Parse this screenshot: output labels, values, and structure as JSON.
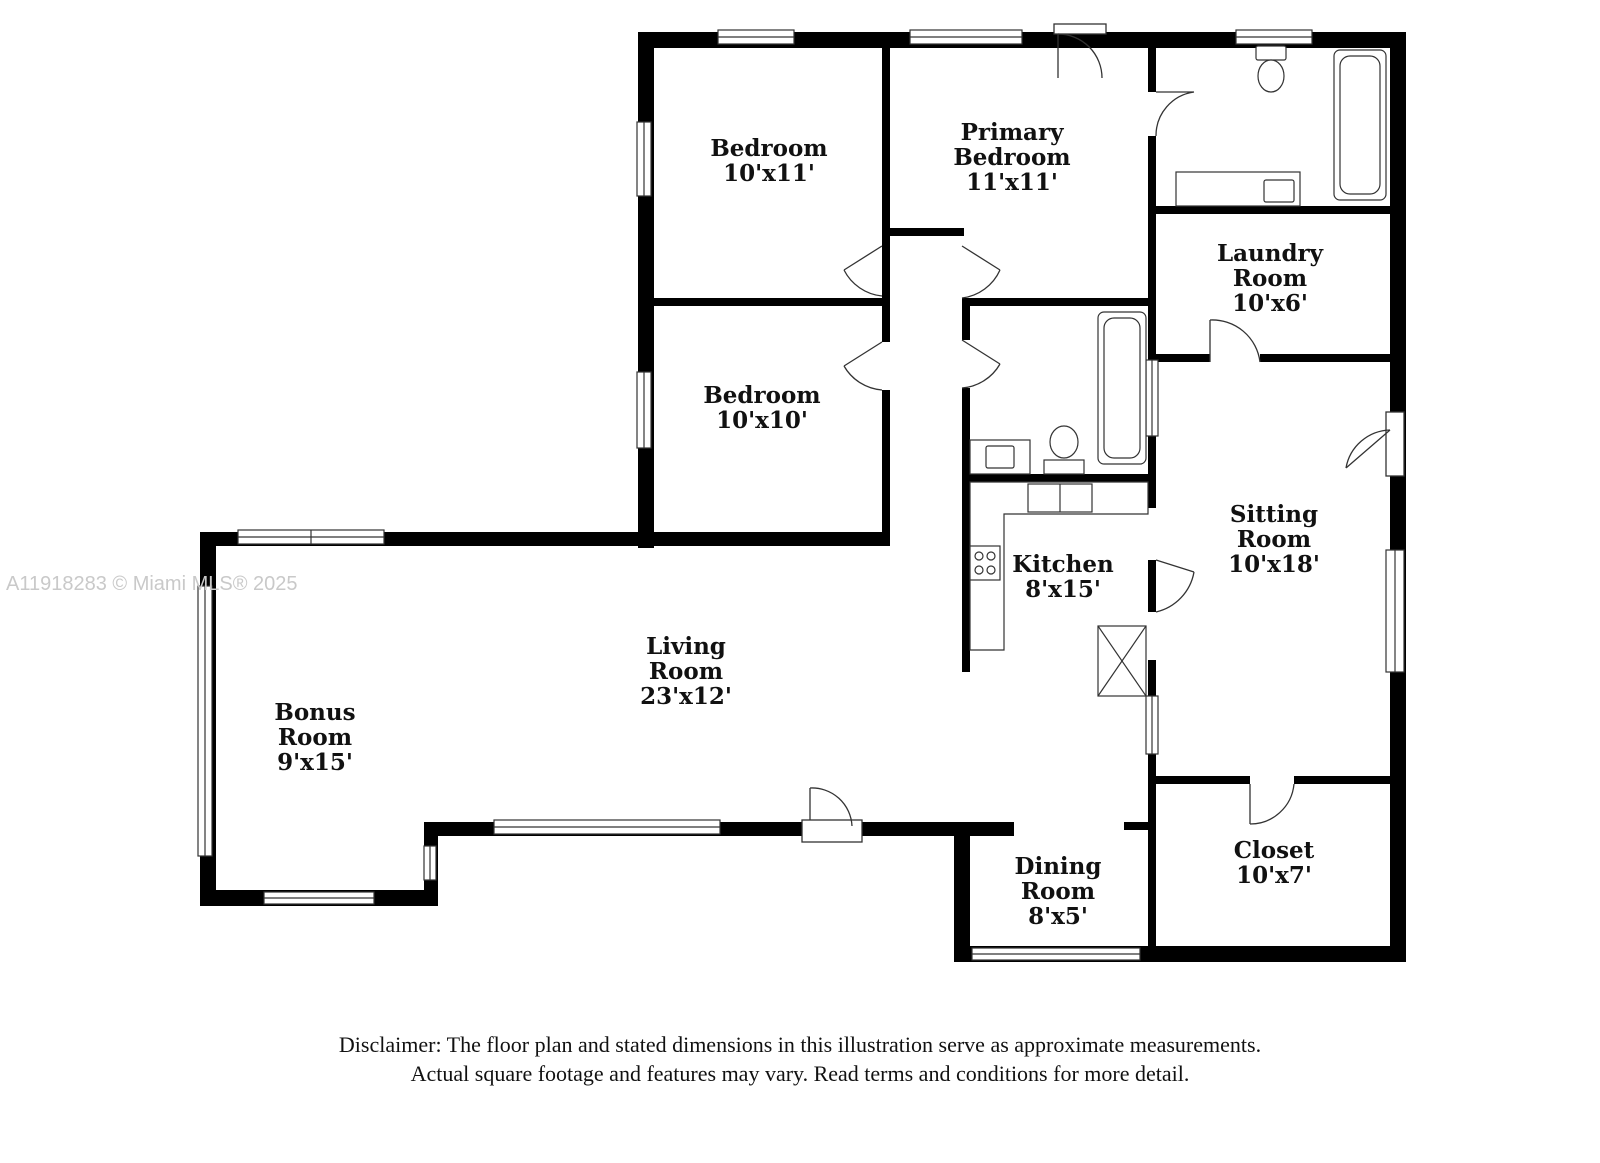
{
  "watermark": "A11918283 © Miami MLS® 2025",
  "rooms": {
    "bedroom_1": {
      "name": "Bedroom",
      "size": "10'x11'"
    },
    "primary_bedroom": {
      "name_line1": "Primary",
      "name_line2": "Bedroom",
      "size": "11'x11'"
    },
    "laundry_room": {
      "name_line1": "Laundry",
      "name_line2": "Room",
      "size": "10'x6'"
    },
    "bedroom_2": {
      "name": "Bedroom",
      "size": "10'x10'"
    },
    "sitting_room": {
      "name_line1": "Sitting",
      "name_line2": "Room",
      "size": "10'x18'"
    },
    "kitchen": {
      "name": "Kitchen",
      "size": "8'x15'"
    },
    "living_room": {
      "name_line1": "Living",
      "name_line2": "Room",
      "size": "23'x12'"
    },
    "bonus_room": {
      "name_line1": "Bonus",
      "name_line2": "Room",
      "size": "9'x15'"
    },
    "closet": {
      "name": "Closet",
      "size": "10'x7'"
    },
    "dining_room": {
      "name_line1": "Dining",
      "name_line2": "Room",
      "size": "8'x5'"
    }
  },
  "disclaimer": {
    "line1": "Disclaimer: The floor plan and stated dimensions in this illustration serve as approximate measurements.",
    "line2": "Actual square footage and features may vary. Read terms and conditions for more detail."
  }
}
